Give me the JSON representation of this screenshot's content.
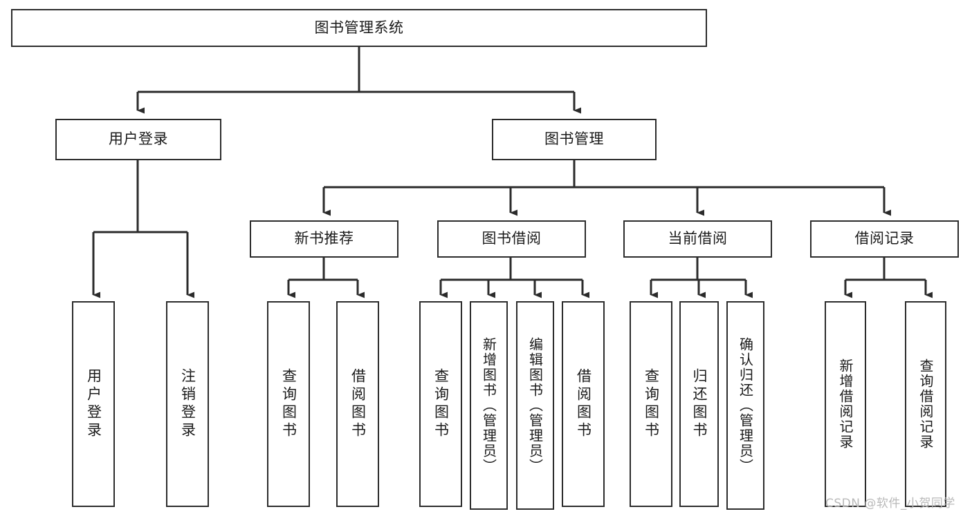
{
  "diagram": {
    "title": "图书管理系统",
    "type": "tree-hierarchy",
    "background_color": "#ffffff",
    "stroke_color": "#2b2b2b",
    "text_color": "#1a1a1a",
    "root": {
      "label": "图书管理系统"
    },
    "level2": [
      {
        "label": "用户登录"
      },
      {
        "label": "图书管理"
      }
    ],
    "level3": [
      {
        "label": "新书推荐"
      },
      {
        "label": "图书借阅"
      },
      {
        "label": "当前借阅"
      },
      {
        "label": "借阅记录"
      }
    ],
    "leaves": {
      "user_login": [
        {
          "label": "用户登录"
        },
        {
          "label": "注销登录"
        }
      ],
      "new_book_recommend": [
        {
          "label": "查询图书"
        },
        {
          "label": "借阅图书"
        }
      ],
      "book_borrow": [
        {
          "label": "查询图书"
        },
        {
          "label": "新增图书（管理员）"
        },
        {
          "label": "编辑图书（管理员）"
        },
        {
          "label": "借阅图书"
        }
      ],
      "current_borrow": [
        {
          "label": "查询图书"
        },
        {
          "label": "归还图书"
        },
        {
          "label": "确认归还（管理员）"
        }
      ],
      "borrow_record": [
        {
          "label": "新增借阅记录"
        },
        {
          "label": "查询借阅记录"
        }
      ]
    }
  },
  "watermark": {
    "text": "CSDN @软件_小贺同学",
    "color": "#b9b9b9"
  }
}
